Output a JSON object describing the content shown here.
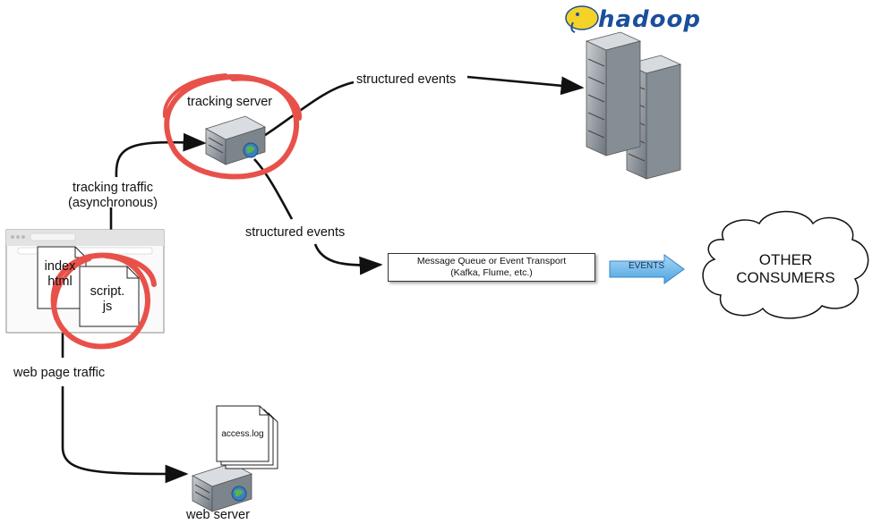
{
  "hadoop_logo": {
    "text": "hadoop"
  },
  "labels": {
    "tracking_server": "tracking server",
    "structured_events_top": "structured events",
    "structured_events_mid": "structured events",
    "tracking_traffic_line1": "tracking traffic",
    "tracking_traffic_line2": "(asynchronous)",
    "web_page_traffic": "web page traffic",
    "web_server": "web server"
  },
  "documents": {
    "index_line1": "index",
    "index_line2": "html",
    "script_line1": "script.",
    "script_line2": "js",
    "access_log": "access.log"
  },
  "message_queue": {
    "line1": "Message Queue or Event Transport",
    "line2": "(Kafka, Flume, etc.)"
  },
  "events_arrow": {
    "label": "EVENTS"
  },
  "other_consumers": {
    "line1": "OTHER",
    "line2": "CONSUMERS"
  },
  "colors": {
    "highlight_circle": "#e8514a",
    "events_arrow": "#6fb8ea",
    "server_body": "#8b949c",
    "globe": "#3a7fc4"
  }
}
